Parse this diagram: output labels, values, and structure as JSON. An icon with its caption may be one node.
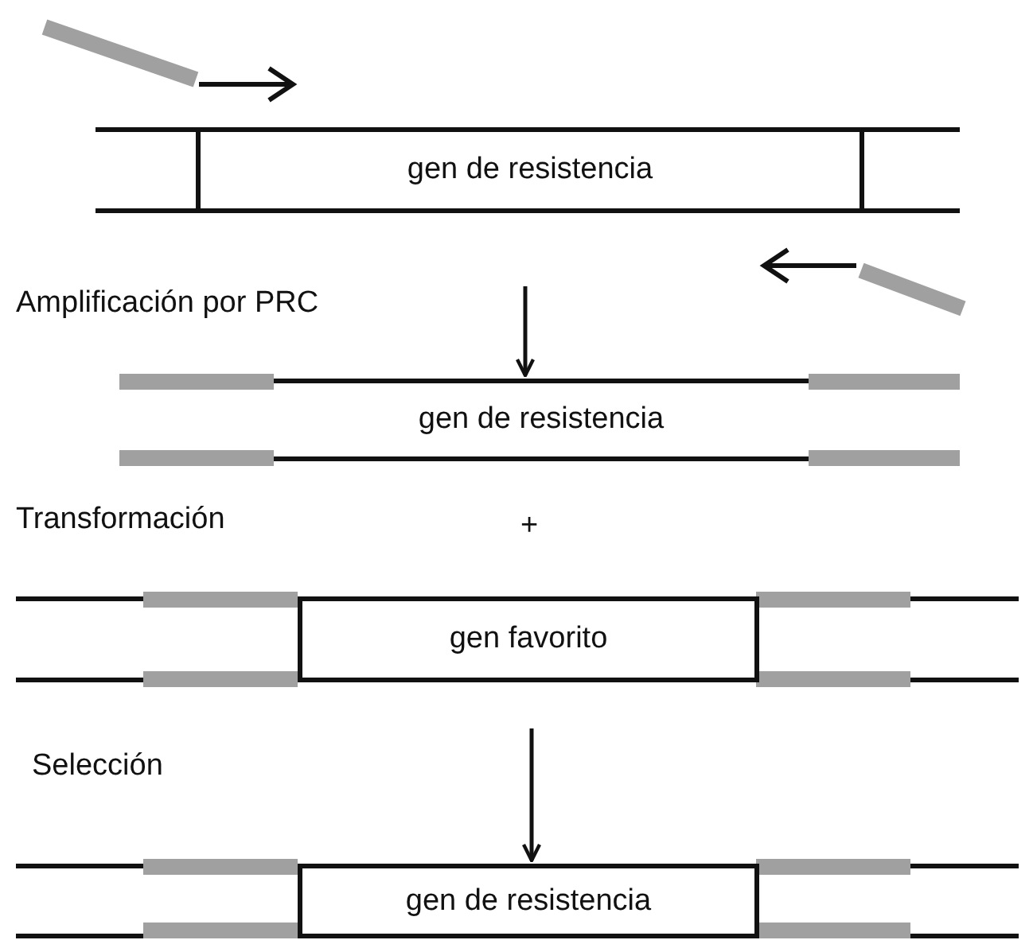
{
  "diagram": {
    "nodes": [
      {
        "text": [
          "gen de resistencia"
        ]
      },
      {
        "text": [
          "gen de resistencia"
        ]
      },
      {
        "text": [
          "gen favorito"
        ]
      },
      {
        "text": [
          "gen de resistencia"
        ]
      }
    ],
    "edges": [
      {
        "from": 0,
        "to": 1,
        "arrow": "to"
      },
      {
        "from": 2,
        "to": 3,
        "arrow": "to"
      }
    ],
    "labels": [
      "Amplificación por PRC",
      "Transformación",
      "+",
      "Selección"
    ]
  }
}
